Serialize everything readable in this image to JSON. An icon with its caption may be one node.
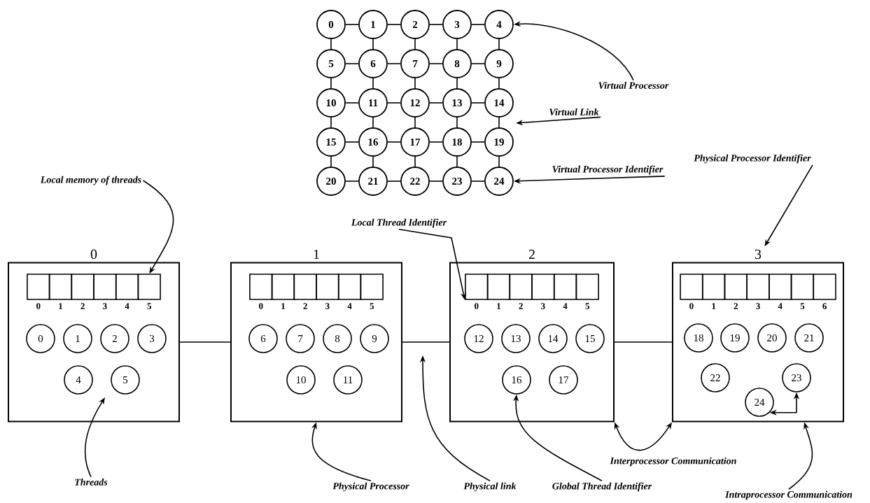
{
  "diagram": {
    "nodes": [
      {
        "text": [
          "0"
        ]
      },
      {
        "text": [
          "1"
        ]
      },
      {
        "text": [
          "2"
        ]
      },
      {
        "text": [
          "3"
        ]
      },
      {
        "text": [
          "4"
        ]
      },
      {
        "text": [
          "5"
        ]
      },
      {
        "text": [
          "6"
        ]
      },
      {
        "text": [
          "7"
        ]
      },
      {
        "text": [
          "8"
        ]
      },
      {
        "text": [
          "9"
        ]
      },
      {
        "text": [
          "10"
        ]
      },
      {
        "text": [
          "11"
        ]
      },
      {
        "text": [
          "12"
        ]
      },
      {
        "text": [
          "13"
        ]
      },
      {
        "text": [
          "14"
        ]
      },
      {
        "text": [
          "15"
        ]
      },
      {
        "text": [
          "16"
        ]
      },
      {
        "text": [
          "17"
        ]
      },
      {
        "text": [
          "18"
        ]
      },
      {
        "text": [
          "19"
        ]
      },
      {
        "text": [
          "20"
        ]
      },
      {
        "text": [
          "21"
        ]
      },
      {
        "text": [
          "22"
        ]
      },
      {
        "text": [
          "23"
        ]
      },
      {
        "text": [
          "24"
        ]
      },
      {
        "text": [
          "0"
        ]
      },
      {
        "text": [
          "1"
        ]
      },
      {
        "text": [
          "2"
        ]
      },
      {
        "text": [
          "3"
        ]
      },
      {
        "text": [],
        "shape": "box",
        "in": 25,
        "beside": [
          "0"
        ]
      },
      {
        "text": [],
        "shape": "box",
        "in": 25,
        "beside": [
          "1"
        ]
      },
      {
        "text": [],
        "shape": "box",
        "in": 25,
        "beside": [
          "2"
        ]
      },
      {
        "text": [],
        "shape": "box",
        "in": 25,
        "beside": [
          "3"
        ]
      },
      {
        "text": [],
        "shape": "box",
        "in": 25,
        "beside": [
          "4"
        ]
      },
      {
        "text": [],
        "shape": "box",
        "in": 25,
        "beside": [
          "5"
        ]
      },
      {
        "text": [],
        "shape": "box",
        "in": 26,
        "beside": [
          "0"
        ]
      },
      {
        "text": [],
        "shape": "box",
        "in": 26,
        "beside": [
          "1"
        ]
      },
      {
        "text": [],
        "shape": "box",
        "in": 26,
        "beside": [
          "2"
        ]
      },
      {
        "text": [],
        "shape": "box",
        "in": 26,
        "beside": [
          "3"
        ]
      },
      {
        "text": [],
        "shape": "box",
        "in": 26,
        "beside": [
          "4"
        ]
      },
      {
        "text": [],
        "shape": "box",
        "in": 26,
        "beside": [
          "5"
        ]
      },
      {
        "text": [],
        "shape": "box",
        "in": 27,
        "beside": [
          "0"
        ]
      },
      {
        "text": [],
        "shape": "box",
        "in": 27,
        "beside": [
          "1"
        ]
      },
      {
        "text": [],
        "shape": "box",
        "in": 27,
        "beside": [
          "2"
        ]
      },
      {
        "text": [],
        "shape": "box",
        "in": 27,
        "beside": [
          "3"
        ]
      },
      {
        "text": [],
        "shape": "box",
        "in": 27,
        "beside": [
          "4"
        ]
      },
      {
        "text": [],
        "shape": "box",
        "in": 27,
        "beside": [
          "5"
        ]
      },
      {
        "text": [],
        "shape": "box",
        "in": 28,
        "beside": [
          "0"
        ]
      },
      {
        "text": [],
        "shape": "box",
        "in": 28,
        "beside": [
          "1"
        ]
      },
      {
        "text": [],
        "shape": "box",
        "in": 28,
        "beside": [
          "2"
        ]
      },
      {
        "text": [],
        "shape": "box",
        "in": 28,
        "beside": [
          "3"
        ]
      },
      {
        "text": [],
        "shape": "box",
        "in": 28,
        "beside": [
          "4"
        ]
      },
      {
        "text": [],
        "shape": "box",
        "in": 28,
        "beside": [
          "5"
        ]
      },
      {
        "text": [],
        "shape": "box",
        "in": 28,
        "beside": [
          "6"
        ]
      },
      {
        "text": [
          "0"
        ],
        "in": 25
      },
      {
        "text": [
          "1"
        ],
        "in": 25
      },
      {
        "text": [
          "2"
        ],
        "in": 25
      },
      {
        "text": [
          "3"
        ],
        "in": 25
      },
      {
        "text": [
          "4"
        ],
        "in": 25
      },
      {
        "text": [
          "5"
        ],
        "in": 25
      },
      {
        "text": [
          "6"
        ],
        "in": 26
      },
      {
        "text": [
          "7"
        ],
        "in": 26
      },
      {
        "text": [
          "8"
        ],
        "in": 26
      },
      {
        "text": [
          "9"
        ],
        "in": 26
      },
      {
        "text": [
          "10"
        ],
        "in": 26
      },
      {
        "text": [
          "11"
        ],
        "in": 26
      },
      {
        "text": [
          "12"
        ],
        "in": 27
      },
      {
        "text": [
          "13"
        ],
        "in": 27
      },
      {
        "text": [
          "14"
        ],
        "in": 27
      },
      {
        "text": [
          "15"
        ],
        "in": 27
      },
      {
        "text": [
          "16"
        ],
        "in": 27
      },
      {
        "text": [
          "17"
        ],
        "in": 27
      },
      {
        "text": [
          "18"
        ],
        "in": 28
      },
      {
        "text": [
          "19"
        ],
        "in": 28
      },
      {
        "text": [
          "20"
        ],
        "in": 28
      },
      {
        "text": [
          "21"
        ],
        "in": 28
      },
      {
        "text": [
          "22"
        ],
        "in": 28
      },
      {
        "text": [
          "23"
        ],
        "in": 28
      },
      {
        "text": [
          "24"
        ],
        "in": 28
      },
      {
        "text": [
          "Virtual Processor"
        ]
      },
      {
        "text": [
          "Virtual Link"
        ]
      },
      {
        "text": [
          "Virtual Processor Identifier"
        ]
      },
      {
        "text": [
          "Local memory of threads"
        ]
      },
      {
        "text": [
          "Physical Processor Identifier"
        ]
      },
      {
        "text": [
          "Local Thread Identifier"
        ]
      },
      {
        "text": [
          "Threads"
        ]
      },
      {
        "text": [
          "Physical Processor"
        ]
      },
      {
        "text": [
          "Physical link"
        ]
      },
      {
        "text": [
          "Global Thread Identifier"
        ]
      },
      {
        "text": [
          "Intraprocessor Communication"
        ]
      }
    ],
    "edges": [
      {
        "from": 0,
        "to": 1,
        "arrow": "none"
      },
      {
        "from": 1,
        "to": 2,
        "arrow": "none"
      },
      {
        "from": 2,
        "to": 3,
        "arrow": "none"
      },
      {
        "from": 3,
        "to": 4,
        "arrow": "none"
      },
      {
        "from": 5,
        "to": 6,
        "arrow": "none"
      },
      {
        "from": 6,
        "to": 7,
        "arrow": "none"
      },
      {
        "from": 7,
        "to": 8,
        "arrow": "none"
      },
      {
        "from": 8,
        "to": 9,
        "arrow": "none"
      },
      {
        "from": 10,
        "to": 11,
        "arrow": "none"
      },
      {
        "from": 11,
        "to": 12,
        "arrow": "none"
      },
      {
        "from": 12,
        "to": 13,
        "arrow": "none"
      },
      {
        "from": 13,
        "to": 14,
        "arrow": "none"
      },
      {
        "from": 15,
        "to": 16,
        "arrow": "none"
      },
      {
        "from": 16,
        "to": 17,
        "arrow": "none"
      },
      {
        "from": 17,
        "to": 18,
        "arrow": "none"
      },
      {
        "from": 18,
        "to": 19,
        "arrow": "none"
      },
      {
        "from": 20,
        "to": 21,
        "arrow": "none"
      },
      {
        "from": 21,
        "to": 22,
        "arrow": "none"
      },
      {
        "from": 22,
        "to": 23,
        "arrow": "none"
      },
      {
        "from": 23,
        "to": 24,
        "arrow": "none"
      },
      {
        "from": 0,
        "to": 5,
        "arrow": "none"
      },
      {
        "from": 1,
        "to": 6,
        "arrow": "none"
      },
      {
        "from": 2,
        "to": 7,
        "arrow": "none"
      },
      {
        "from": 3,
        "to": 8,
        "arrow": "none"
      },
      {
        "from": 4,
        "to": 9,
        "arrow": "none"
      },
      {
        "from": 5,
        "to": 10,
        "arrow": "none"
      },
      {
        "from": 6,
        "to": 11,
        "arrow": "none"
      },
      {
        "from": 7,
        "to": 12,
        "arrow": "none"
      },
      {
        "from": 8,
        "to": 13,
        "arrow": "none"
      },
      {
        "from": 9,
        "to": 14,
        "arrow": "none"
      },
      {
        "from": 10,
        "to": 15,
        "arrow": "none"
      },
      {
        "from": 11,
        "to": 16,
        "arrow": "none"
      },
      {
        "from": 12,
        "to": 17,
        "arrow": "none"
      },
      {
        "from": 13,
        "to": 18,
        "arrow": "none"
      },
      {
        "from": 14,
        "to": 19,
        "arrow": "none"
      },
      {
        "from": 15,
        "to": 20,
        "arrow": "none"
      },
      {
        "from": 16,
        "to": 21,
        "arrow": "none"
      },
      {
        "from": 17,
        "to": 22,
        "arrow": "none"
      },
      {
        "from": 18,
        "to": 23,
        "arrow": "none"
      },
      {
        "from": 19,
        "to": 24,
        "arrow": "none"
      },
      {
        "from": 25,
        "to": 26,
        "arrow": "none"
      },
      {
        "from": 26,
        "to": 27,
        "arrow": "none"
      },
      {
        "from": 27,
        "to": 28,
        "arrow": "none"
      },
      {
        "from": 79,
        "to": 4,
        "arrow": "to"
      },
      {
        "from": 80,
        "to": null,
        "arrow": "to"
      },
      {
        "from": 81,
        "to": 24,
        "arrow": "to"
      },
      {
        "from": 82,
        "to": 34,
        "arrow": "to"
      },
      {
        "from": 83,
        "to": 28,
        "arrow": "to"
      },
      {
        "from": 84,
        "to": 41,
        "arrow": "to"
      },
      {
        "from": 85,
        "to": null,
        "arrow": "to"
      },
      {
        "from": 86,
        "to": 26,
        "arrow": "to"
      },
      {
        "from": 87,
        "to": null,
        "arrow": "to"
      },
      {
        "from": 88,
        "to": 70,
        "arrow": "to"
      },
      {
        "from": 27,
        "to": 28,
        "arrow": "both",
        "label": "Interprocessor Communication"
      },
      {
        "from": 78,
        "to": 77,
        "arrow": "both"
      },
      {
        "from": 89,
        "to": 28,
        "arrow": "to"
      }
    ]
  }
}
